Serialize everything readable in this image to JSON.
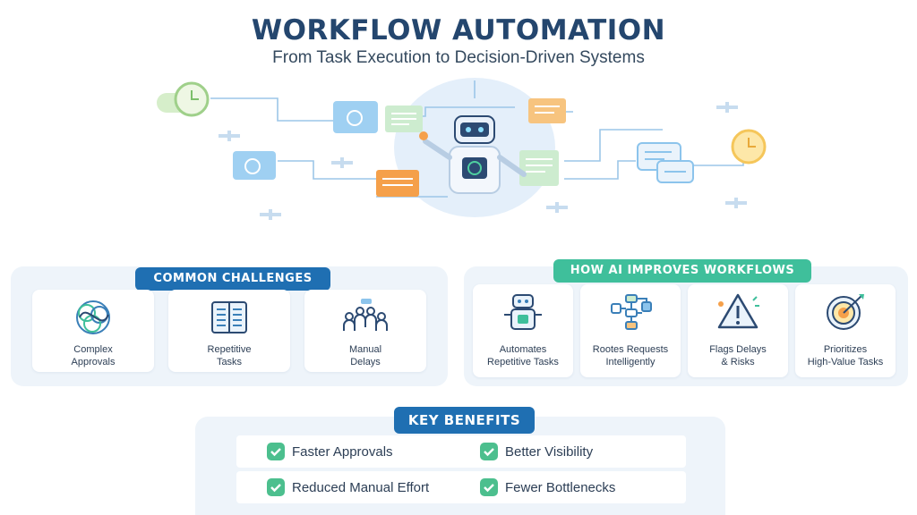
{
  "title": "WORKFLOW AUTOMATION",
  "subtitle": "From Task Execution to Decision-Driven Systems",
  "colors": {
    "navy": "#24466e",
    "blue_pill": "#1f6fb2",
    "green_pill": "#3fbf9b",
    "panel_bg": "#eef4fa",
    "check_green": "#4cbf8e",
    "orange": "#f5a04a",
    "light_blue": "#8cc4ec",
    "yellow": "#f5c65a"
  },
  "challenges": {
    "heading": "COMMON CHALLENGES",
    "items": [
      {
        "label": "Complex\nApprovals",
        "icon": "tangled-network-icon"
      },
      {
        "label": "Repetitive\nTasks",
        "icon": "document-stack-icon"
      },
      {
        "label": "Manual\nDelays",
        "icon": "people-group-icon"
      }
    ]
  },
  "ai": {
    "heading": "HOW AI IMPROVES WORKFLOWS",
    "items": [
      {
        "label": "Automates\nRepetitive Tasks",
        "icon": "robot-icon"
      },
      {
        "label": "Rootes Requests\nIntelligently",
        "icon": "flowchart-icon"
      },
      {
        "label": "Flags Delays\n& Risks",
        "icon": "warning-triangle-icon"
      },
      {
        "label": "Prioritizes\nHigh-Value Tasks",
        "icon": "target-icon"
      }
    ]
  },
  "benefits": {
    "heading": "KEY BENEFITS",
    "items": [
      "Faster Approvals",
      "Better Visibility",
      "Reduced Manual Effort",
      "Fewer Bottlenecks"
    ]
  }
}
